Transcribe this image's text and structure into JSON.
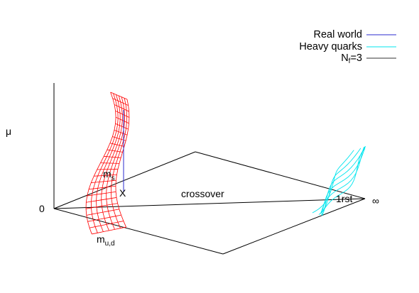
{
  "legend": {
    "items": [
      {
        "label": "Real world",
        "color": "#2b2bcf"
      },
      {
        "label": "Heavy quarks",
        "color": "#00e5ee"
      },
      {
        "label_main": "N",
        "label_sub": "f",
        "label_tail": "=3",
        "color": "#333333"
      }
    ]
  },
  "labels": {
    "mu": "μ",
    "zero": "0",
    "infinity": "∞",
    "crossover": "crossover",
    "first_order": "1rst",
    "ms_main": "m",
    "ms_sub": "s",
    "mud_main": "m",
    "mud_sub": "u,d",
    "point_marker": "X"
  },
  "colors": {
    "critical_surface_light": "#ff0000",
    "critical_surface_heavy": "#00e5ee",
    "real_world_line": "#2b2bcf",
    "axes": "#000000"
  }
}
